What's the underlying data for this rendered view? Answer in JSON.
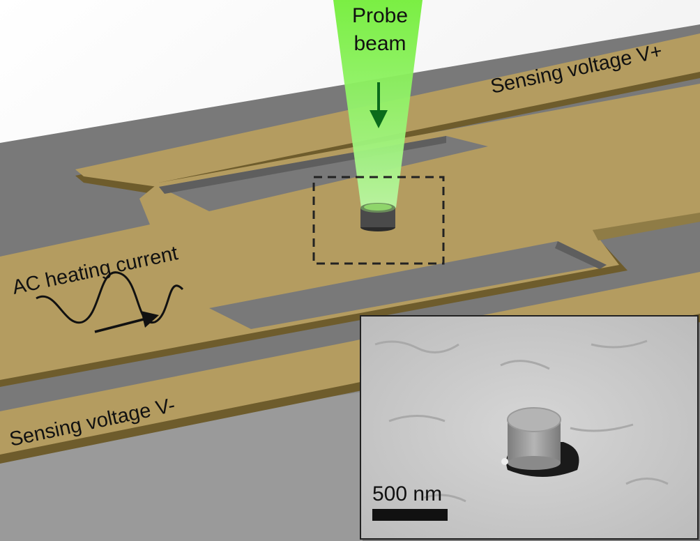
{
  "labels": {
    "probe_line1": "Probe",
    "probe_line2": "beam",
    "sensing_plus": "Sensing voltage V+",
    "sensing_minus": "Sensing voltage V-",
    "ac_heating": "AC heating current"
  },
  "inset": {
    "scale_bar_text": "500 nm"
  },
  "colors": {
    "substrate_top": "#7a7a7a",
    "substrate_side": "#999999",
    "gold_strip": "#b49c60",
    "gold_edge": "#6e5c2c",
    "beam": "#7fef4a",
    "arrow_dark_green": "#0b6b1b"
  }
}
